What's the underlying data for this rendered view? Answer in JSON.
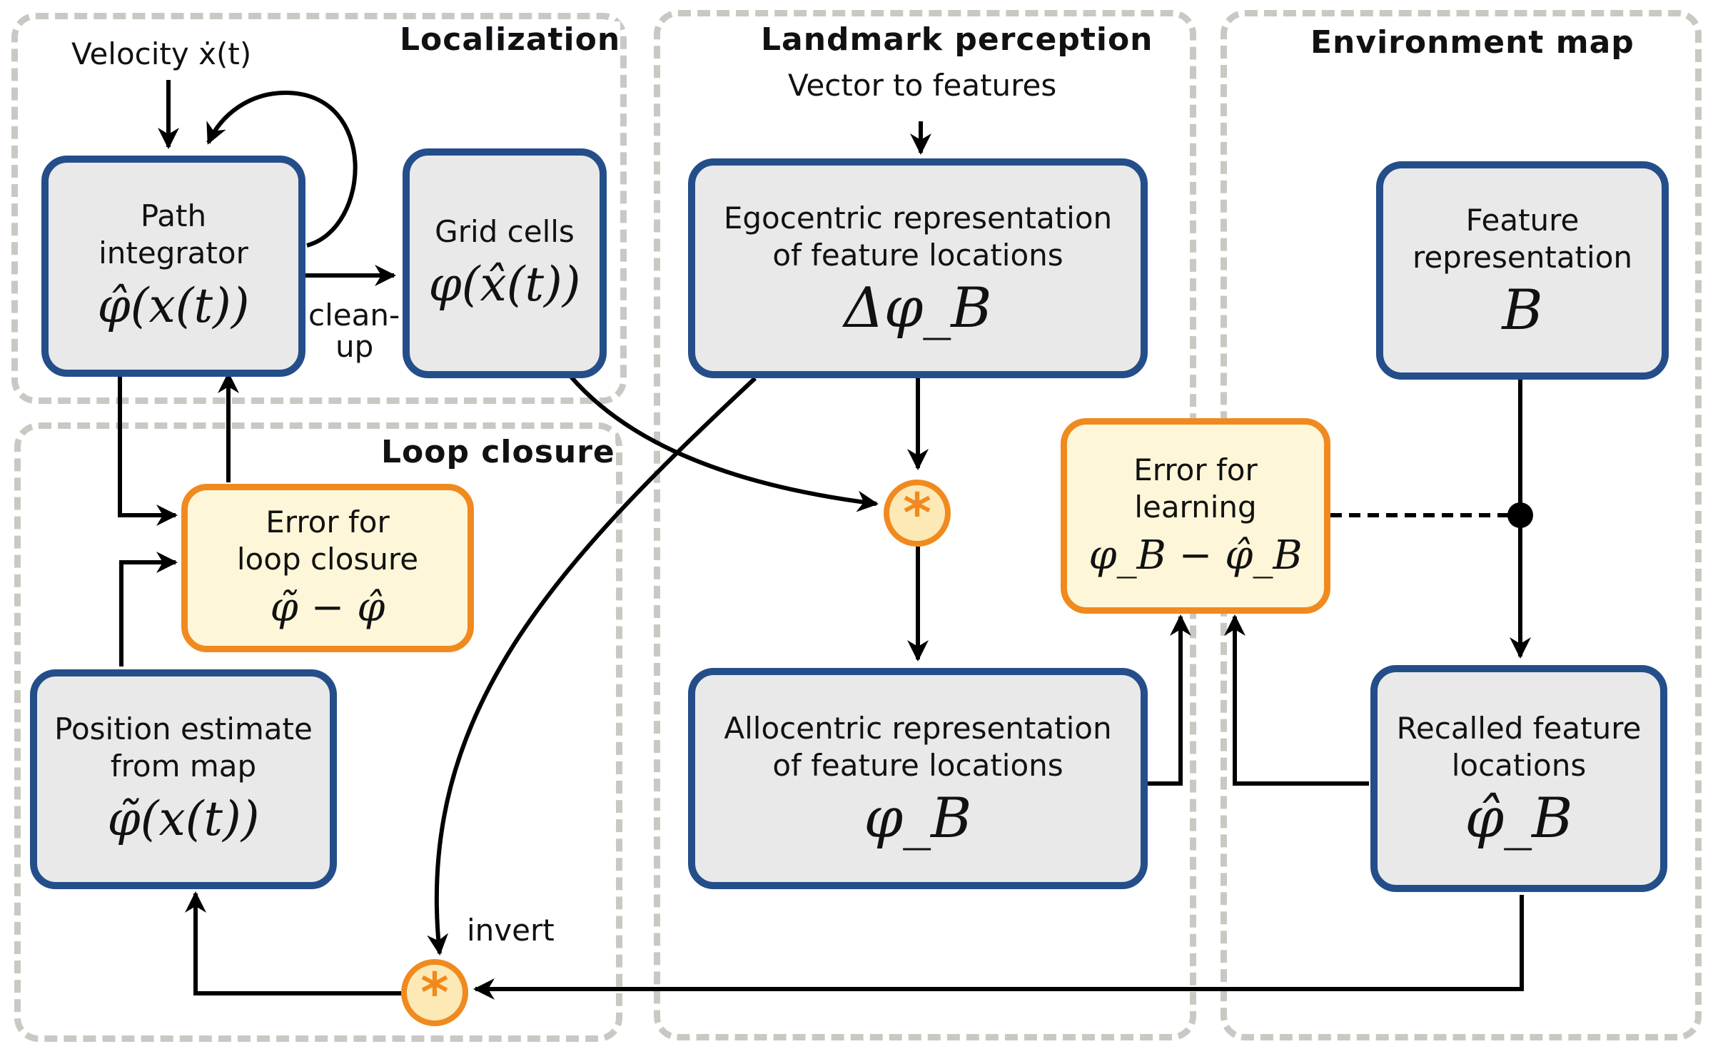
{
  "regions": {
    "localization": "Localization",
    "landmark": "Landmark perception",
    "environment": "Environment map",
    "loop": "Loop closure"
  },
  "inputs": {
    "velocity": "Velocity ẋ(t)",
    "vector_to_features": "Vector to features"
  },
  "boxes": {
    "path_integrator": {
      "label": "Path\nintegrator",
      "math": "φ̂(x(t))"
    },
    "grid_cells": {
      "label": "Grid cells",
      "math": "φ(x̂(t))"
    },
    "egocentric": {
      "label": "Egocentric representation\nof feature locations",
      "math": "Δφ_B"
    },
    "feature_rep": {
      "label": "Feature\nrepresentation",
      "math": "B"
    },
    "error_loop": {
      "label": "Error for\nloop closure",
      "math": "φ̃ − φ̂"
    },
    "error_learning": {
      "label": "Error for\nlearning",
      "math": "φ_B − φ̂_B"
    },
    "position_estimate": {
      "label": "Position estimate\nfrom map",
      "math": "φ̃(x(t))"
    },
    "allocentric": {
      "label": "Allocentric representation\nof feature locations",
      "math": "φ_B"
    },
    "recalled": {
      "label": "Recalled feature\nlocations",
      "math": "φ̂_B"
    }
  },
  "edge_labels": {
    "cleanup_1": "clean-",
    "cleanup_2": "up",
    "invert": "invert"
  },
  "operators": {
    "convolution_symbol": "*"
  },
  "colors": {
    "box_border": "#244e8a",
    "box_fill": "#e9e9e9",
    "error_border": "#f08a1f",
    "error_fill": "#fdf6d8",
    "region_dash": "#c9c9c4",
    "wire": "#000000"
  }
}
